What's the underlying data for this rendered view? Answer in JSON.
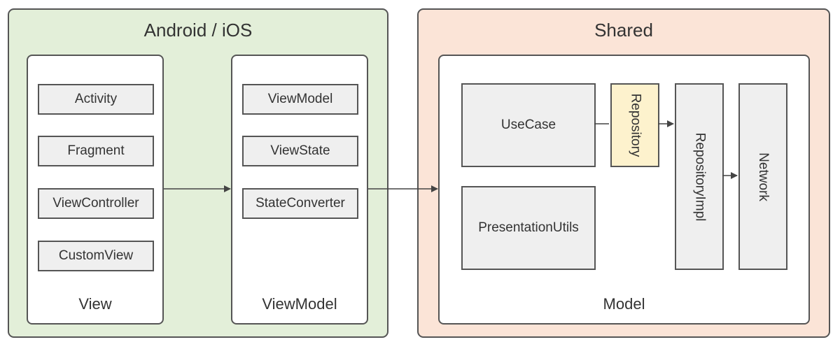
{
  "colors": {
    "platform_bg": "#e3efd9",
    "shared_bg": "#fbe4d7",
    "box_bg": "#efefef",
    "highlight_bg": "#fdf2cd",
    "border": "#555555"
  },
  "groups": {
    "platform": {
      "title": "Android / iOS"
    },
    "shared": {
      "title": "Shared"
    }
  },
  "panels": {
    "view": {
      "label": "View",
      "items": [
        "Activity",
        "Fragment",
        "ViewController",
        "CustomView"
      ]
    },
    "viewmodel": {
      "label": "ViewModel",
      "items": [
        "ViewModel",
        "ViewState",
        "StateConverter"
      ]
    },
    "model": {
      "label": "Model",
      "usecase": "UseCase",
      "presentation_utils": "PresentationUtils",
      "repository": "Repository",
      "repository_impl": "RepositoryImpl",
      "network": "Network"
    }
  }
}
